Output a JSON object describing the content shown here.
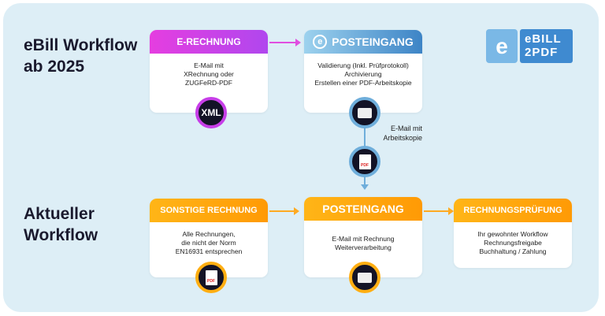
{
  "titles": {
    "top": [
      "eBill Workflow",
      "ab 2025"
    ],
    "bottom": [
      "Aktueller",
      "Workflow"
    ]
  },
  "top": {
    "erechnung": {
      "header": "E-RECHNUNG",
      "lines": [
        "E-Mail mit",
        "XRechnung oder",
        "ZUGFeRD-PDF"
      ],
      "badge": "XML"
    },
    "posteingang": {
      "header": "POSTEINGANG",
      "lines": [
        "Validierung (Inkl. Prüfprotokoll)",
        "Archivierung",
        "Erstellen einer PDF-Arbeitskopie"
      ]
    },
    "note": [
      "E-Mail mit",
      "Arbeitskopie"
    ],
    "pdf_label": "PDF"
  },
  "bottom": {
    "sonstige": {
      "header": "SONSTIGE RECHNUNG",
      "lines": [
        "Alle Rechnungen,",
        "die nicht der Norm",
        "EN16931 entsprechen"
      ]
    },
    "posteingang": {
      "header": "POSTEINGANG",
      "lines": [
        "E-Mail mit Rechnung",
        "Weiterverarbeitung"
      ]
    },
    "pruefung": {
      "header": "RECHNUNGSPRÜFUNG",
      "lines": [
        "Ihr gewohnter Workflow",
        "Rechnungsfreigabe",
        "Buchhaltung / Zahlung"
      ]
    },
    "pdf_label": "PDF"
  },
  "logo": {
    "line1": "eBILL",
    "line2": "2PDF"
  },
  "colors": {
    "magenta": "#e53ee0",
    "blue": "#3d84c6",
    "orange": "#ff9a05",
    "panel": "#ddeef6"
  }
}
